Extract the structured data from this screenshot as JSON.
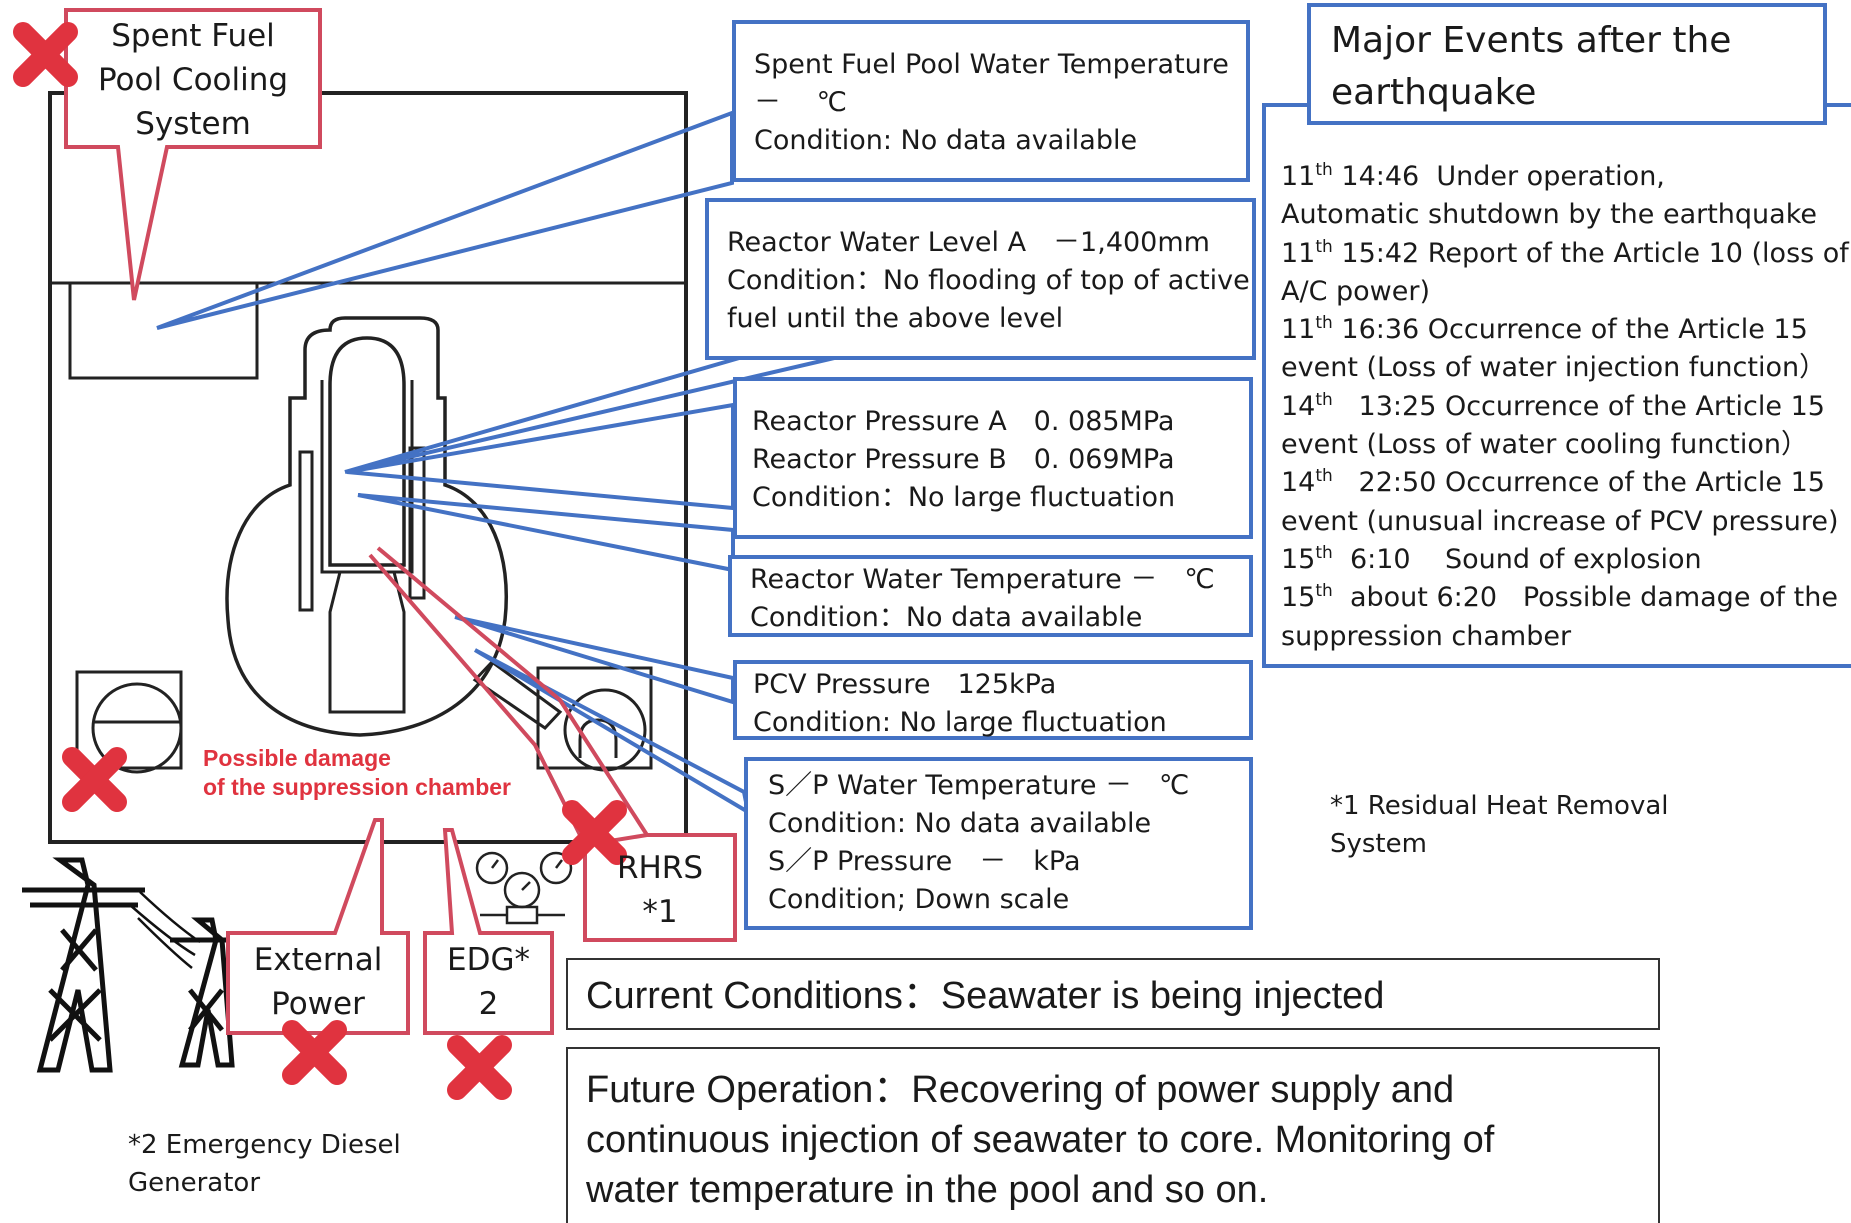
{
  "callouts": {
    "spent_fuel_cooling": [
      "Spent Fuel",
      "Pool Cooling",
      "System"
    ],
    "external_power": [
      "External",
      "Power"
    ],
    "edg": [
      "EDG*",
      "2"
    ],
    "rhrs": [
      "RHRS",
      "*1"
    ]
  },
  "suppression_note": [
    "Possible damage",
    "of the suppression chamber"
  ],
  "parameters": {
    "spent_fuel_pool": {
      "title": "Spent Fuel Pool Water Temperature",
      "value": "－　 ℃",
      "condition": "Condition: No data available"
    },
    "water_level": {
      "line1": "Reactor Water Level A　－1,400mm",
      "line2": "Condition：No flooding of top of active",
      "line3": "fuel until the above level"
    },
    "pressure": {
      "line1": "Reactor Pressure A　0. 085MPa",
      "line2": "Reactor Pressure B　0. 069MPa",
      "line3": "Condition：No large fluctuation"
    },
    "water_temp": {
      "line1": "Reactor Water Temperature －　℃",
      "line2": "Condition：No data available"
    },
    "pcv": {
      "line1": "PCV Pressure　125kPa",
      "line2": "Condition: No large fluctuation"
    },
    "sp": {
      "line1": "S／P Water Temperature －　℃",
      "line2": "Condition: No data available",
      "line3": "S／P Pressure　－　kPa",
      "line4": "Condition; Down scale"
    }
  },
  "events": {
    "title_line1": "Major Events after the",
    "title_line2": "earthquake",
    "items": [
      {
        "day": "11",
        "sup": "th",
        "text": " 14:46  Under operation,"
      },
      {
        "day": "",
        "sup": "",
        "text": "Automatic shutdown by the earthquake"
      },
      {
        "day": "11",
        "sup": "th",
        "text": " 15:42 Report of the Article 10 (loss of"
      },
      {
        "day": "",
        "sup": "",
        "text": "A/C power)"
      },
      {
        "day": "11",
        "sup": "th",
        "text": " 16:36 Occurrence of the Article 15"
      },
      {
        "day": "",
        "sup": "",
        "text": "event (Loss of water injection function）"
      },
      {
        "day": "14",
        "sup": "th",
        "text": "   13:25 Occurrence of the Article 15"
      },
      {
        "day": "",
        "sup": "",
        "text": "event (Loss of water cooling function）"
      },
      {
        "day": "14",
        "sup": "th",
        "text": "   22:50 Occurrence of the Article 15"
      },
      {
        "day": "",
        "sup": "",
        "text": "event (unusual increase of PCV pressure)"
      },
      {
        "day": "15",
        "sup": "th",
        "text": "  6:10    Sound of explosion"
      },
      {
        "day": "15",
        "sup": "th",
        "text": "  about 6:20   Possible damage of the"
      },
      {
        "day": "",
        "sup": "",
        "text": "suppression chamber"
      }
    ]
  },
  "notes": {
    "rhrs": [
      "*1 Residual Heat Removal",
      "System"
    ],
    "edg": [
      "*2 Emergency Diesel",
      "Generator"
    ]
  },
  "current_conditions": "Current Conditions：Seawater is being injected",
  "future_operation": [
    "Future Operation：Recovering of power supply and",
    "continuous injection of seawater to core. Monitoring of",
    "water temperature in the pool and so on."
  ],
  "colors": {
    "accent_blue": "#4472c4",
    "callout_red": "#d04a5e",
    "mark_red": "#e0333f"
  }
}
